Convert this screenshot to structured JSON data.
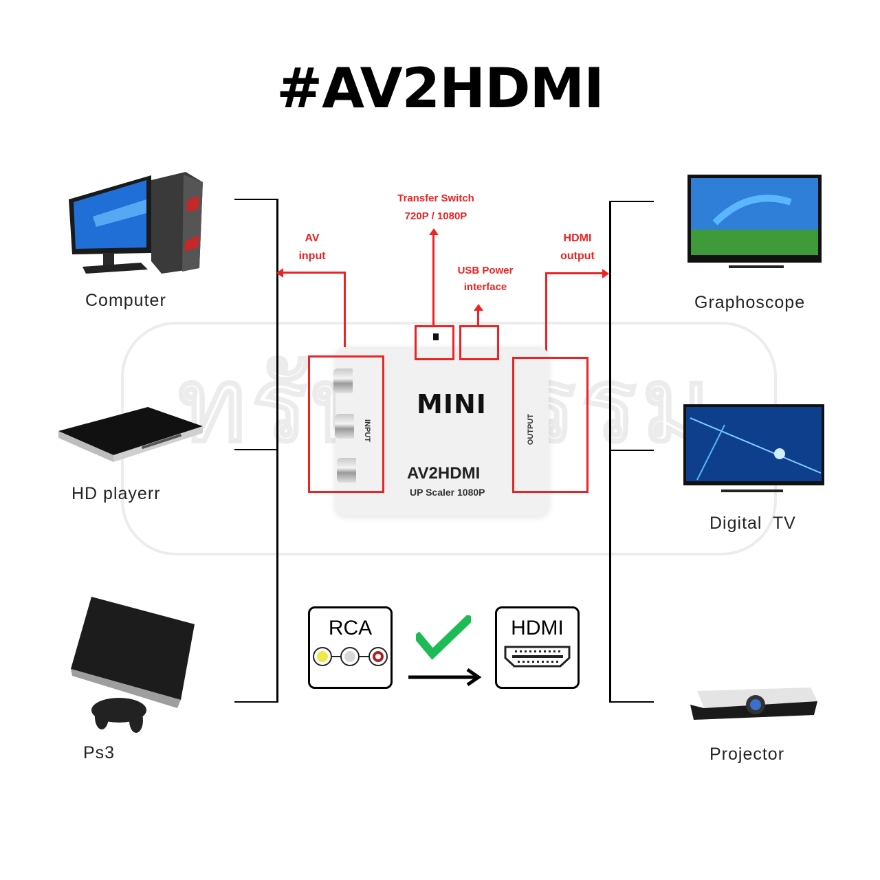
{
  "title": "#AV2HDMI",
  "watermark": "ทรัพย์ธรรม",
  "colors": {
    "accent_red": "#ee2222",
    "check_green": "#1dbb55",
    "text": "#222222"
  },
  "inputs": [
    {
      "label": "Computer",
      "icon": "computer-icon"
    },
    {
      "label": "HD playerr",
      "icon": "hd-player-icon"
    },
    {
      "label": "Ps3",
      "icon": "ps3-console-icon"
    }
  ],
  "outputs": [
    {
      "label": "Graphoscope",
      "icon": "tv-icon"
    },
    {
      "label": "Digital  TV",
      "icon": "digital-tv-icon"
    },
    {
      "label": "Projector",
      "icon": "projector-icon"
    }
  ],
  "callouts": {
    "av_input": [
      "AV",
      "input"
    ],
    "transfer_switch": [
      "Transfer Switch",
      "720P / 1080P"
    ],
    "usb_power": [
      "USB Power",
      "interface"
    ],
    "hdmi_output": [
      "HDMI",
      "output"
    ]
  },
  "adapter": {
    "brand": "MINI",
    "model": "AV2HDMI",
    "subtitle": "UP Scaler 1080P",
    "input_side": "INPUT",
    "output_side": "OUTPUT"
  },
  "conversion": {
    "from": "RCA",
    "to": "HDMI",
    "check": "✓",
    "arrow": "→"
  }
}
